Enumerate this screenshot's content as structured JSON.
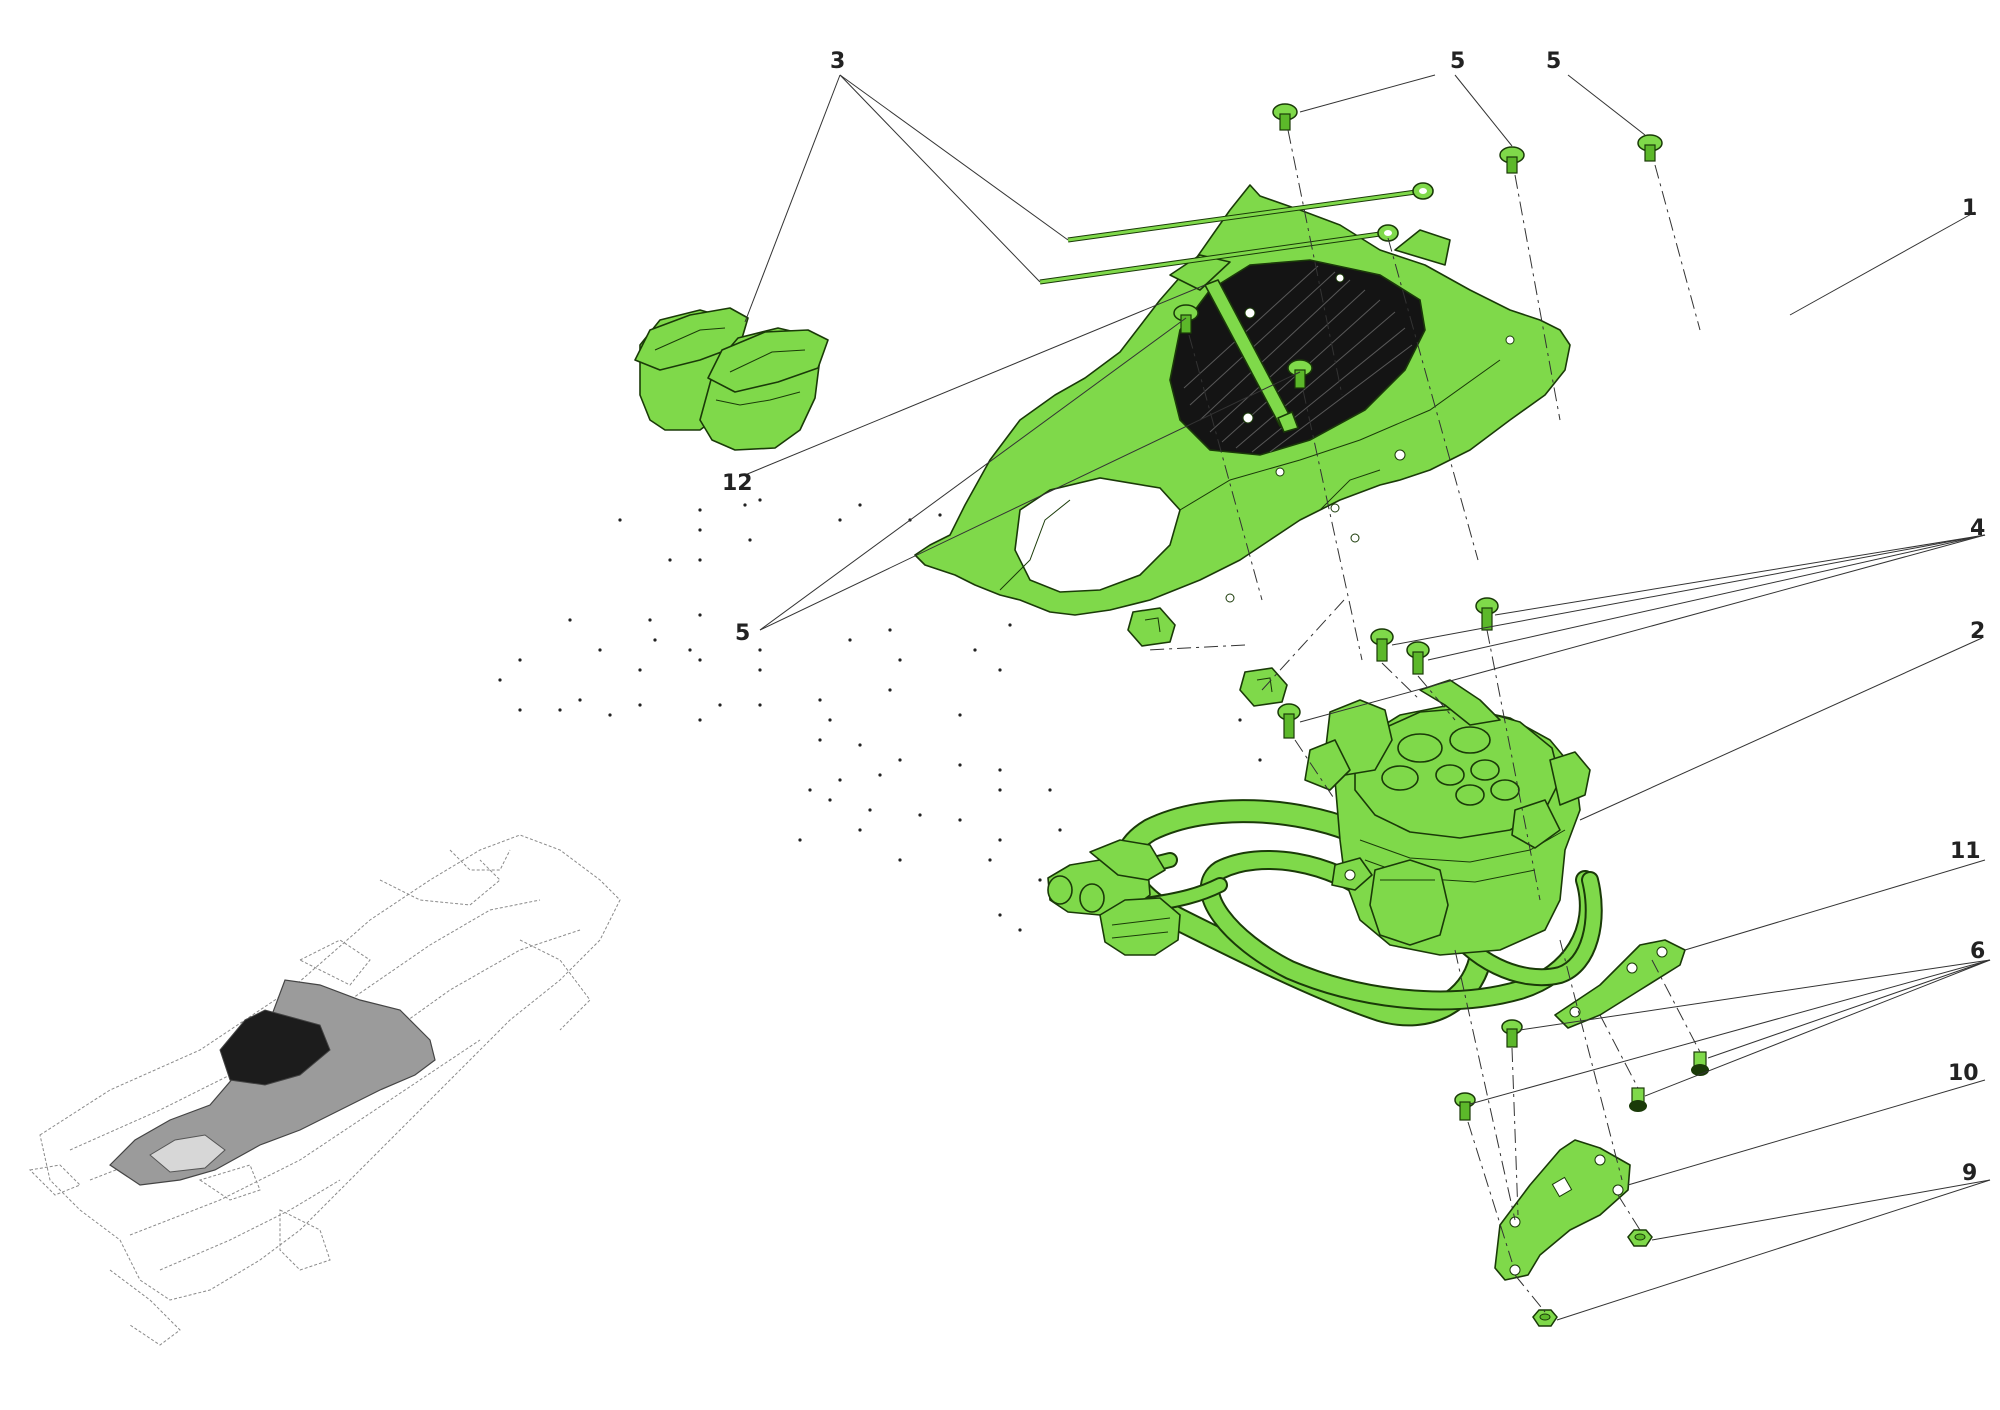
{
  "colors": {
    "part_green": "#7fd94a",
    "part_green_dark": "#5cb82a",
    "outline": "#1a3a08",
    "leader": "#333333",
    "locator_grey": "#9b9b9b"
  },
  "callouts": [
    {
      "id": "1",
      "label": "1"
    },
    {
      "id": "2",
      "label": "2"
    },
    {
      "id": "3",
      "label": "3"
    },
    {
      "id": "4",
      "label": "4"
    },
    {
      "id": "5a",
      "label": "5"
    },
    {
      "id": "5b",
      "label": "5"
    },
    {
      "id": "5c",
      "label": "5"
    },
    {
      "id": "6",
      "label": "6"
    },
    {
      "id": "9",
      "label": "9"
    },
    {
      "id": "10",
      "label": "10"
    },
    {
      "id": "11",
      "label": "11"
    },
    {
      "id": "12",
      "label": "12"
    }
  ]
}
